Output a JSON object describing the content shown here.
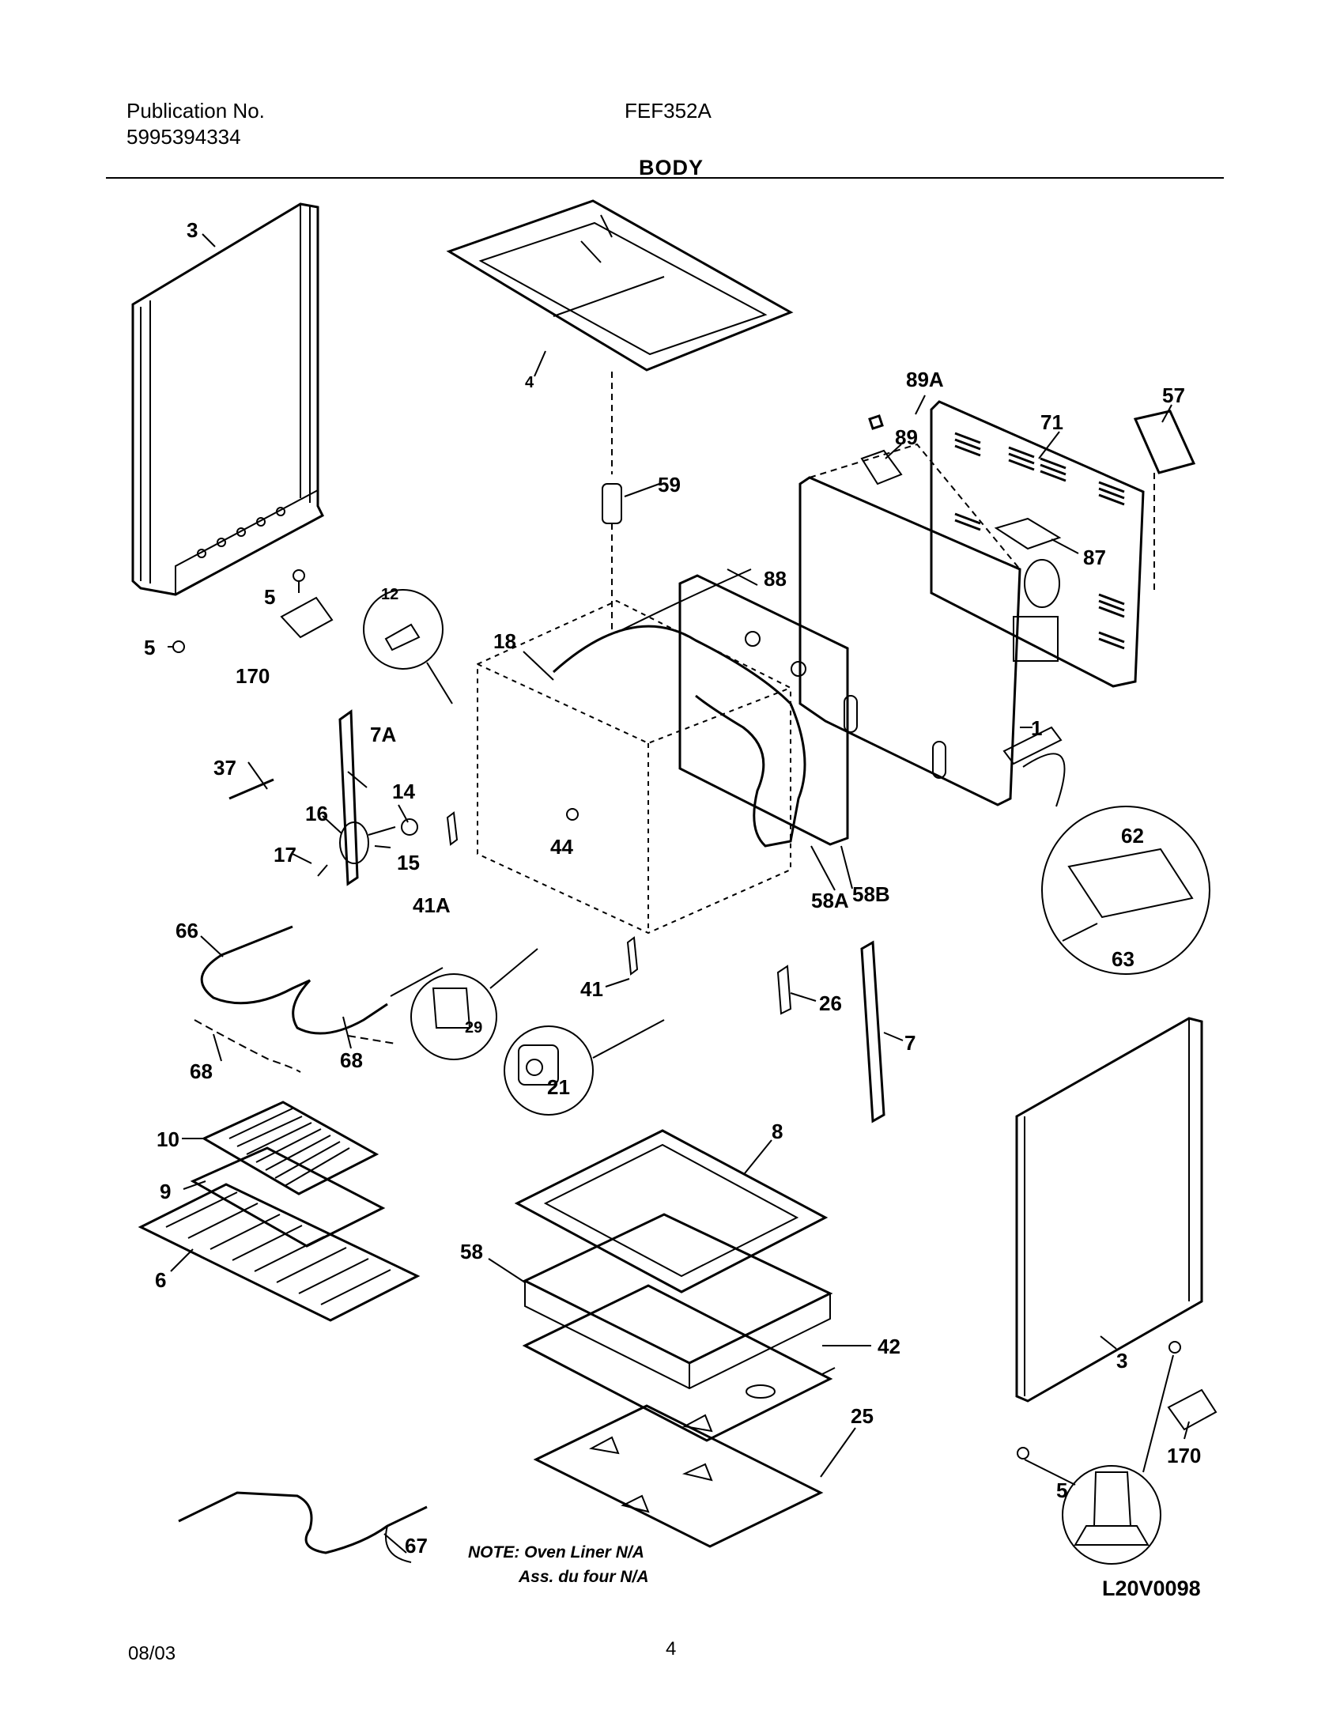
{
  "header": {
    "publication_label": "Publication No.",
    "publication_number": "5995394334",
    "model": "FEF352A",
    "section_title": "BODY"
  },
  "diagram": {
    "part_labels": [
      "3",
      "4",
      "89A",
      "57",
      "71",
      "89",
      "59",
      "87",
      "5",
      "12",
      "88",
      "18",
      "5",
      "170",
      "7A",
      "1",
      "37",
      "14",
      "16",
      "17",
      "15",
      "44",
      "41A",
      "62",
      "58A",
      "58B",
      "66",
      "41",
      "26",
      "63",
      "29",
      "21",
      "7",
      "68",
      "68",
      "10",
      "8",
      "9",
      "6",
      "58",
      "42",
      "3",
      "25",
      "170",
      "5",
      "67"
    ],
    "note_line1": "NOTE: Oven Liner N/A",
    "note_line2": "Ass. du four N/A",
    "drawing_code": "L20V0098"
  },
  "footer": {
    "date": "08/03",
    "page": "4"
  }
}
